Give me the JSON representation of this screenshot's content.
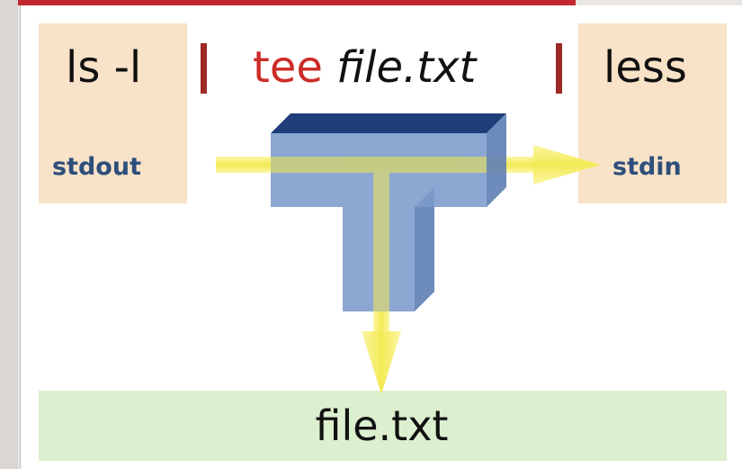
{
  "diagram": {
    "commands": {
      "left": "ls -l",
      "middle_keyword": "tee",
      "middle_argument": "file.txt",
      "right": "less"
    },
    "streams": {
      "output": "stdout",
      "input": "stdin"
    },
    "file_label": "file.txt"
  },
  "colors": {
    "command_box": "#f8e2c8",
    "file_band": "#dcefcf",
    "pipe_symbol": "#9d2a26",
    "tee_keyword": "#cc2b26",
    "stream_label": "#2e4f7c",
    "tee_pipe_front": "#7c9bcb",
    "tee_pipe_top": "#1f3e7a",
    "arrow": "#f3ec70"
  }
}
